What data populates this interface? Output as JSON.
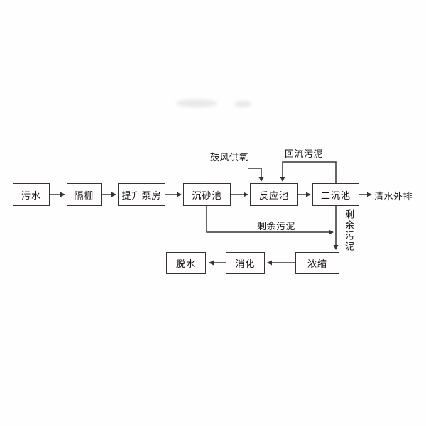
{
  "colors": {
    "background": "#fefefe",
    "line": "#343434",
    "box_border": "#343434",
    "text": "#161616"
  },
  "flow": {
    "main": [
      {
        "id": "sewage",
        "label": "污水"
      },
      {
        "id": "bar-screen",
        "label": "隔栅"
      },
      {
        "id": "lift-pump-house",
        "label": "提升泵房"
      },
      {
        "id": "grit-chamber",
        "label": "沉砂池"
      },
      {
        "id": "reaction-tank",
        "label": "反应池"
      },
      {
        "id": "secondary-clarifier",
        "label": "二沉池"
      }
    ],
    "sludge": [
      {
        "id": "thickening",
        "label": "浓缩"
      },
      {
        "id": "digestion",
        "label": "消化"
      },
      {
        "id": "dewatering",
        "label": "脱水"
      }
    ],
    "annotations": {
      "aeration": "鼓风供氧",
      "return_sludge": "回流污泥",
      "excess_sludge_horizontal": "剩余污泥",
      "excess_sludge_vertical": "剩余污泥",
      "effluent": "清水外排"
    }
  }
}
